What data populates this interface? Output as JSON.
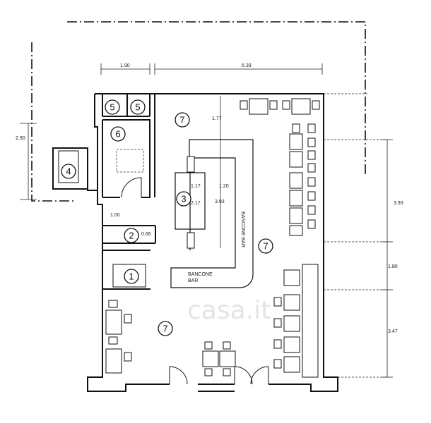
{
  "dimensions": {
    "top_left": "1.90",
    "top_right": "6.39",
    "left": "2.90",
    "right_upper": "3.93",
    "right_middle": "1.80",
    "right_lower": "3.47",
    "center_top": "1.77",
    "bar_inner_a": "1.17",
    "bar_inner_b": "1.20",
    "bar_inner_c": "2.17",
    "bar_inner_d": "3.93",
    "storage_width": "1.00",
    "sink_width": "0.66"
  },
  "labels": {
    "bar_counter_vertical": "BANCONE BAR",
    "bar_counter_horizontal_1": "BANCONE",
    "bar_counter_horizontal_2": "BAR"
  },
  "room_numbers": {
    "wc_a": "5",
    "wc_b": "5",
    "room_6": "6",
    "room_4": "4",
    "room_3": "3",
    "room_2": "2",
    "room_1": "1",
    "room_7_top": "7",
    "room_7_right": "7",
    "room_7_bottom": "7"
  },
  "watermark": "casa.it"
}
